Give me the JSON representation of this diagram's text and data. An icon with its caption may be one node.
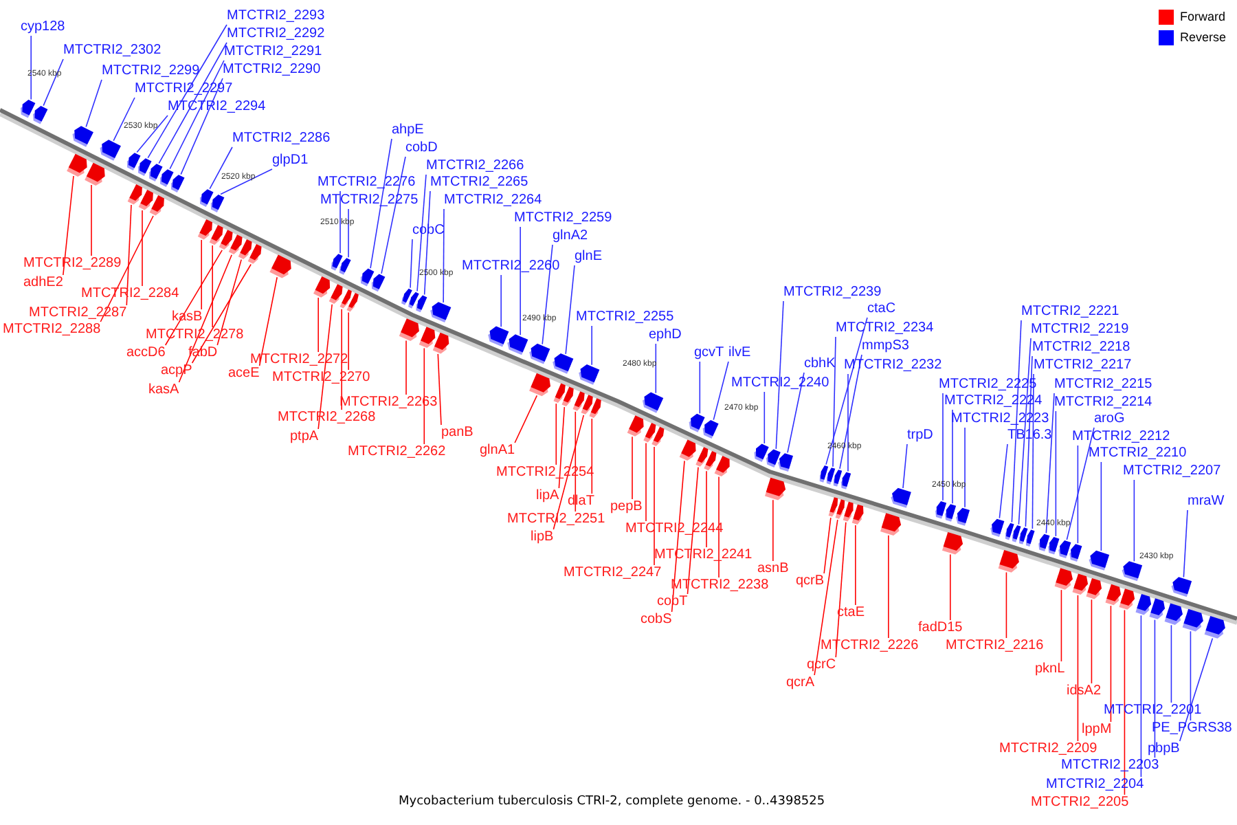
{
  "diagram": {
    "caption": "Mycobacterium tuberculosis CTRI-2, complete genome. - 0..4398525",
    "nodes": [
      {
        "text": [
          "cyp128"
        ]
      },
      {
        "text": [
          "MTCTRI2_2302"
        ]
      },
      {
        "text": [
          "MTCTRI2_2299"
        ]
      },
      {
        "text": [
          "MTCTRI2_2297"
        ]
      },
      {
        "text": [
          "MTCTRI2_2294"
        ]
      },
      {
        "text": [
          "MTCTRI2_2293"
        ]
      },
      {
        "text": [
          "MTCTRI2_2292"
        ]
      },
      {
        "text": [
          "MTCTRI2_2291"
        ]
      },
      {
        "text": [
          "MTCTRI2_2290"
        ]
      },
      {
        "text": [
          "MTCTRI2_2286"
        ]
      },
      {
        "text": [
          "glpD1"
        ]
      },
      {
        "text": [
          "ahpE"
        ]
      },
      {
        "text": [
          "cobD"
        ]
      },
      {
        "text": [
          "MTCTRI2_2276"
        ]
      },
      {
        "text": [
          "MTCTRI2_2275"
        ]
      },
      {
        "text": [
          "MTCTRI2_2266"
        ]
      },
      {
        "text": [
          "MTCTRI2_2265"
        ]
      },
      {
        "text": [
          "MTCTRI2_2264"
        ]
      },
      {
        "text": [
          "cobC"
        ]
      },
      {
        "text": [
          "MTCTRI2_2259"
        ]
      },
      {
        "text": [
          "glnA2"
        ]
      },
      {
        "text": [
          "glnE"
        ]
      },
      {
        "text": [
          "MTCTRI2_2260"
        ]
      },
      {
        "text": [
          "MTCTRI2_2255"
        ]
      },
      {
        "text": [
          "ephD"
        ]
      },
      {
        "text": [
          "gcvT"
        ]
      },
      {
        "text": [
          "ilvE"
        ]
      },
      {
        "text": [
          "MTCTRI2_2239"
        ]
      },
      {
        "text": [
          "ctaC"
        ]
      },
      {
        "text": [
          "MTCTRI2_2234"
        ]
      },
      {
        "text": [
          "mmpS3"
        ]
      },
      {
        "text": [
          "MTCTRI2_2232"
        ]
      },
      {
        "text": [
          "cbhK"
        ]
      },
      {
        "text": [
          "MTCTRI2_2240"
        ]
      },
      {
        "text": [
          "MTCTRI2_2221"
        ]
      },
      {
        "text": [
          "MTCTRI2_2219"
        ]
      },
      {
        "text": [
          "MTCTRI2_2218"
        ]
      },
      {
        "text": [
          "MTCTRI2_2217"
        ]
      },
      {
        "text": [
          "MTCTRI2_2225"
        ]
      },
      {
        "text": [
          "MTCTRI2_2215"
        ]
      },
      {
        "text": [
          "MTCTRI2_2224"
        ]
      },
      {
        "text": [
          "MTCTRI2_2214"
        ]
      },
      {
        "text": [
          "MTCTRI2_2223"
        ]
      },
      {
        "text": [
          "aroG"
        ]
      },
      {
        "text": [
          "trpD"
        ]
      },
      {
        "text": [
          "TB16.3"
        ]
      },
      {
        "text": [
          "MTCTRI2_2212"
        ]
      },
      {
        "text": [
          "MTCTRI2_2210"
        ]
      },
      {
        "text": [
          "MTCTRI2_2207"
        ]
      },
      {
        "text": [
          "mraW"
        ]
      },
      {
        "text": [
          "MTCTRI2_2289"
        ]
      },
      {
        "text": [
          "adhE2"
        ]
      },
      {
        "text": [
          "MTCTRI2_2284"
        ]
      },
      {
        "text": [
          "MTCTRI2_2287"
        ]
      },
      {
        "text": [
          "kasB"
        ]
      },
      {
        "text": [
          "MTCTRI2_2288"
        ]
      },
      {
        "text": [
          "MTCTRI2_2278"
        ]
      },
      {
        "text": [
          "accD6"
        ]
      },
      {
        "text": [
          "fabD"
        ]
      },
      {
        "text": [
          "MTCTRI2_2272"
        ]
      },
      {
        "text": [
          "acpP"
        ]
      },
      {
        "text": [
          "aceE"
        ]
      },
      {
        "text": [
          "MTCTRI2_2270"
        ]
      },
      {
        "text": [
          "kasA"
        ]
      },
      {
        "text": [
          "MTCTRI2_2263"
        ]
      },
      {
        "text": [
          "MTCTRI2_2268"
        ]
      },
      {
        "text": [
          "panB"
        ]
      },
      {
        "text": [
          "ptpA"
        ]
      },
      {
        "text": [
          "glnA1"
        ]
      },
      {
        "text": [
          "MTCTRI2_2262"
        ]
      },
      {
        "text": [
          "MTCTRI2_2254"
        ]
      },
      {
        "text": [
          "lipA"
        ]
      },
      {
        "text": [
          "dlaT"
        ]
      },
      {
        "text": [
          "pepB"
        ]
      },
      {
        "text": [
          "MTCTRI2_2251"
        ]
      },
      {
        "text": [
          "MTCTRI2_2244"
        ]
      },
      {
        "text": [
          "lipB"
        ]
      },
      {
        "text": [
          "MTCTRI2_2241"
        ]
      },
      {
        "text": [
          "asnB"
        ]
      },
      {
        "text": [
          "MTCTRI2_2247"
        ]
      },
      {
        "text": [
          "qcrB"
        ]
      },
      {
        "text": [
          "MTCTRI2_2238"
        ]
      },
      {
        "text": [
          "cobT"
        ]
      },
      {
        "text": [
          "ctaE"
        ]
      },
      {
        "text": [
          "cobS"
        ]
      },
      {
        "text": [
          "fadD15"
        ]
      },
      {
        "text": [
          "MTCTRI2_2226"
        ]
      },
      {
        "text": [
          "MTCTRI2_2216"
        ]
      },
      {
        "text": [
          "qcrC"
        ]
      },
      {
        "text": [
          "pknL"
        ]
      },
      {
        "text": [
          "qcrA"
        ]
      },
      {
        "text": [
          "idsA2"
        ]
      },
      {
        "text": [
          "lppM"
        ]
      },
      {
        "text": [
          "MTCTRI2_2209"
        ]
      },
      {
        "text": [
          "MTCTRI2_2205"
        ]
      },
      {
        "text": [
          "MTCTRI2_2201"
        ]
      },
      {
        "text": [
          "PE_PGRS38"
        ]
      },
      {
        "text": [
          "pbpB"
        ]
      },
      {
        "text": [
          "MTCTRI2_2203"
        ]
      },
      {
        "text": [
          "MTCTRI2_2204"
        ]
      },
      {
        "text": [],
        "shape": "pentagon"
      },
      {
        "text": [],
        "shape": "pentagon"
      },
      {
        "text": [],
        "shape": "pentagon"
      },
      {
        "text": [],
        "shape": "pentagon"
      },
      {
        "text": [],
        "shape": "pentagon"
      },
      {
        "text": [],
        "shape": "pentagon"
      },
      {
        "text": [],
        "shape": "pentagon"
      },
      {
        "text": [],
        "shape": "pentagon"
      },
      {
        "text": [],
        "shape": "pentagon"
      },
      {
        "text": [],
        "shape": "pentagon"
      },
      {
        "text": [],
        "shape": "pentagon"
      },
      {
        "text": [],
        "shape": "pentagon"
      },
      {
        "text": [],
        "shape": "pentagon"
      },
      {
        "text": [],
        "shape": "pentagon"
      },
      {
        "text": [],
        "shape": "pentagon"
      },
      {
        "text": [],
        "shape": "pentagon"
      },
      {
        "text": [],
        "shape": "pentagon"
      },
      {
        "text": [],
        "shape": "pentagon"
      },
      {
        "text": [],
        "shape": "pentagon"
      },
      {
        "text": [],
        "shape": "pentagon"
      },
      {
        "text": [],
        "shape": "pentagon"
      },
      {
        "text": [],
        "shape": "pentagon"
      },
      {
        "text": [],
        "shape": "pentagon"
      },
      {
        "text": [],
        "shape": "pentagon"
      },
      {
        "text": [],
        "shape": "pentagon"
      },
      {
        "text": [],
        "shape": "pentagon"
      },
      {
        "text": [],
        "shape": "pentagon"
      },
      {
        "text": [],
        "shape": "pentagon"
      },
      {
        "text": [],
        "shape": "pentagon"
      },
      {
        "text": [],
        "shape": "pentagon"
      },
      {
        "text": [],
        "shape": "pentagon"
      },
      {
        "text": [],
        "shape": "pentagon"
      },
      {
        "text": [],
        "shape": "pentagon"
      },
      {
        "text": [],
        "shape": "pentagon"
      },
      {
        "text": [],
        "shape": "pentagon"
      },
      {
        "text": [],
        "shape": "pentagon"
      },
      {
        "text": [],
        "shape": "pentagon"
      },
      {
        "text": [],
        "shape": "pentagon"
      },
      {
        "text": [],
        "shape": "pentagon"
      },
      {
        "text": [],
        "shape": "pentagon"
      },
      {
        "text": [],
        "shape": "pentagon"
      },
      {
        "text": [],
        "shape": "pentagon"
      },
      {
        "text": [],
        "shape": "pentagon"
      },
      {
        "text": [],
        "shape": "pentagon"
      },
      {
        "text": [],
        "shape": "pentagon"
      },
      {
        "text": [],
        "shape": "pentagon"
      },
      {
        "text": [],
        "shape": "pentagon"
      },
      {
        "text": [],
        "shape": "pentagon"
      },
      {
        "text": [],
        "shape": "pentagon"
      },
      {
        "text": [],
        "shape": "pentagon"
      },
      {
        "text": [],
        "shape": "pentagon"
      },
      {
        "text": [],
        "shape": "pentagon"
      },
      {
        "text": [],
        "shape": "pentagon"
      },
      {
        "text": [],
        "shape": "pentagon"
      },
      {
        "text": [],
        "shape": "pentagon"
      },
      {
        "text": [],
        "shape": "pentagon"
      },
      {
        "text": [],
        "shape": "pentagon"
      },
      {
        "text": [],
        "shape": "pentagon"
      },
      {
        "text": [],
        "shape": "pentagon"
      },
      {
        "text": [],
        "shape": "pentagon"
      },
      {
        "text": [],
        "shape": "pentagon"
      },
      {
        "text": [],
        "shape": "pentagon"
      },
      {
        "text": [],
        "shape": "pentagon"
      },
      {
        "text": [],
        "shape": "pentagon"
      },
      {
        "text": [],
        "shape": "pentagon"
      },
      {
        "text": [],
        "shape": "pentagon"
      },
      {
        "text": [],
        "shape": "pentagon"
      },
      {
        "text": [],
        "shape": "pentagon"
      },
      {
        "text": [],
        "shape": "pentagon"
      },
      {
        "text": [],
        "shape": "pentagon"
      },
      {
        "text": [],
        "shape": "pentagon"
      },
      {
        "text": [],
        "shape": "pentagon"
      },
      {
        "text": [],
        "shape": "pentagon"
      },
      {
        "text": [],
        "shape": "pentagon"
      },
      {
        "text": [],
        "shape": "pentagon"
      },
      {
        "text": [],
        "shape": "pentagon"
      },
      {
        "text": [],
        "shape": "pentagon"
      },
      {
        "text": [],
        "shape": "pentagon"
      },
      {
        "text": [],
        "shape": "pentagon"
      },
      {
        "text": [],
        "shape": "pentagon"
      },
      {
        "text": [],
        "shape": "pentagon"
      },
      {
        "text": [],
        "shape": "pentagon"
      },
      {
        "text": [],
        "shape": "pentagon"
      },
      {
        "text": [],
        "shape": "pentagon"
      },
      {
        "text": [],
        "shape": "pentagon"
      },
      {
        "text": [],
        "shape": "pentagon"
      },
      {
        "text": [],
        "shape": "pentagon"
      },
      {
        "text": [],
        "shape": "pentagon"
      },
      {
        "text": [],
        "shape": "pentagon"
      },
      {
        "text": [],
        "shape": "pentagon"
      },
      {
        "text": [],
        "shape": "pentagon"
      },
      {
        "text": [],
        "shape": "pentagon"
      },
      {
        "text": [],
        "shape": "pentagon"
      },
      {
        "text": [],
        "shape": "pentagon"
      },
      {
        "text": [],
        "shape": "pentagon"
      },
      {
        "text": [],
        "shape": "pentagon"
      },
      {
        "text": [],
        "shape": "pentagon"
      },
      {
        "text": [],
        "shape": "pentagon"
      },
      {
        "text": [],
        "shape": "pentagon"
      },
      {
        "text": [],
        "shape": "pentagon"
      }
    ],
    "edges": [
      {
        "from": 0,
        "to": 100,
        "arrow": "none"
      },
      {
        "from": 1,
        "to": 101,
        "arrow": "none"
      },
      {
        "from": 2,
        "to": 102,
        "arrow": "none"
      },
      {
        "from": 3,
        "to": 104,
        "arrow": "none"
      },
      {
        "from": 4,
        "to": 106,
        "arrow": "none"
      },
      {
        "from": 5,
        "to": 107,
        "arrow": "none"
      },
      {
        "from": 6,
        "to": 109,
        "arrow": "none"
      },
      {
        "from": 7,
        "to": 111,
        "arrow": "none"
      },
      {
        "from": 8,
        "to": 113,
        "arrow": "none"
      },
      {
        "from": 9,
        "to": 114,
        "arrow": "none"
      },
      {
        "from": 10,
        "to": 115,
        "arrow": "none"
      },
      {
        "from": 11,
        "to": 128,
        "arrow": "none"
      },
      {
        "from": 12,
        "to": 130,
        "arrow": "none"
      },
      {
        "from": 13,
        "to": 123,
        "arrow": "none"
      },
      {
        "from": 14,
        "to": 125,
        "arrow": "none"
      },
      {
        "from": 15,
        "to": 132,
        "arrow": "none"
      },
      {
        "from": 16,
        "to": 133,
        "arrow": "none"
      },
      {
        "from": 17,
        "to": 135,
        "arrow": "none"
      },
      {
        "from": 18,
        "to": 131,
        "arrow": "none"
      },
      {
        "from": 19,
        "to": 139,
        "arrow": "none"
      },
      {
        "from": 20,
        "to": 140,
        "arrow": "none"
      },
      {
        "from": 21,
        "to": 142,
        "arrow": "none"
      },
      {
        "from": 22,
        "to": 138,
        "arrow": "none"
      },
      {
        "from": 23,
        "to": 145,
        "arrow": "none"
      },
      {
        "from": 24,
        "to": 150,
        "arrow": "none"
      },
      {
        "from": 25,
        "to": 153,
        "arrow": "none"
      },
      {
        "from": 26,
        "to": 155,
        "arrow": "none"
      },
      {
        "from": 27,
        "to": 160,
        "arrow": "none"
      },
      {
        "from": 28,
        "to": 163,
        "arrow": "none"
      },
      {
        "from": 29,
        "to": 164,
        "arrow": "none"
      },
      {
        "from": 30,
        "to": 165,
        "arrow": "none"
      },
      {
        "from": 31,
        "to": 167,
        "arrow": "none"
      },
      {
        "from": 32,
        "to": 161,
        "arrow": "none"
      },
      {
        "from": 33,
        "to": 159,
        "arrow": "none"
      },
      {
        "from": 34,
        "to": 178,
        "arrow": "none"
      },
      {
        "from": 35,
        "to": 179,
        "arrow": "none"
      },
      {
        "from": 36,
        "to": 181,
        "arrow": "none"
      },
      {
        "from": 37,
        "to": 182,
        "arrow": "none"
      },
      {
        "from": 38,
        "to": 173,
        "arrow": "none"
      },
      {
        "from": 39,
        "to": 183,
        "arrow": "none"
      },
      {
        "from": 40,
        "to": 174,
        "arrow": "none"
      },
      {
        "from": 41,
        "to": 184,
        "arrow": "none"
      },
      {
        "from": 42,
        "to": 175,
        "arrow": "none"
      },
      {
        "from": 43,
        "to": 185,
        "arrow": "none"
      },
      {
        "from": 44,
        "to": 171,
        "arrow": "none"
      },
      {
        "from": 45,
        "to": 177,
        "arrow": "none"
      },
      {
        "from": 46,
        "to": 187,
        "arrow": "none"
      },
      {
        "from": 47,
        "to": 189,
        "arrow": "none"
      },
      {
        "from": 48,
        "to": 192,
        "arrow": "none"
      },
      {
        "from": 49,
        "to": 196,
        "arrow": "none"
      },
      {
        "from": 50,
        "to": 105,
        "arrow": "none",
        "color": "#ff0000"
      },
      {
        "from": 51,
        "to": 103,
        "arrow": "none",
        "color": "#ff0000"
      },
      {
        "from": 52,
        "to": 110,
        "arrow": "none",
        "color": "#ff0000"
      },
      {
        "from": 53,
        "to": 108,
        "arrow": "none",
        "color": "#ff0000"
      },
      {
        "from": 54,
        "to": 116,
        "arrow": "none",
        "color": "#ff0000"
      },
      {
        "from": 55,
        "to": 112,
        "arrow": "none",
        "color": "#ff0000"
      },
      {
        "from": 56,
        "to": 117,
        "arrow": "none",
        "color": "#ff0000"
      },
      {
        "from": 57,
        "to": 118,
        "arrow": "none",
        "color": "#ff0000"
      },
      {
        "from": 58,
        "to": 120,
        "arrow": "none",
        "color": "#ff0000"
      },
      {
        "from": 59,
        "to": 124,
        "arrow": "none",
        "color": "#ff0000"
      },
      {
        "from": 60,
        "to": 121,
        "arrow": "none",
        "color": "#ff0000"
      },
      {
        "from": 61,
        "to": 122,
        "arrow": "none",
        "color": "#ff0000"
      },
      {
        "from": 62,
        "to": 129,
        "arrow": "none",
        "color": "#ff0000"
      },
      {
        "from": 63,
        "to": 119,
        "arrow": "none",
        "color": "#ff0000"
      },
      {
        "from": 64,
        "to": 134,
        "arrow": "none",
        "color": "#ff0000"
      },
      {
        "from": 65,
        "to": 127,
        "arrow": "none",
        "color": "#ff0000"
      },
      {
        "from": 66,
        "to": 137,
        "arrow": "none",
        "color": "#ff0000"
      },
      {
        "from": 67,
        "to": 126,
        "arrow": "none",
        "color": "#ff0000"
      },
      {
        "from": 68,
        "to": 141,
        "arrow": "none",
        "color": "#ff0000"
      },
      {
        "from": 69,
        "to": 136,
        "arrow": "none",
        "color": "#ff0000"
      },
      {
        "from": 70,
        "to": 143,
        "arrow": "none",
        "color": "#ff0000"
      },
      {
        "from": 71,
        "to": 144,
        "arrow": "none",
        "color": "#ff0000"
      },
      {
        "from": 72,
        "to": 148,
        "arrow": "none",
        "color": "#ff0000"
      },
      {
        "from": 73,
        "to": 149,
        "arrow": "none",
        "color": "#ff0000"
      },
      {
        "from": 74,
        "to": 146,
        "arrow": "none",
        "color": "#ff0000"
      },
      {
        "from": 75,
        "to": 151,
        "arrow": "none",
        "color": "#ff0000"
      },
      {
        "from": 76,
        "to": 147,
        "arrow": "none",
        "color": "#ff0000"
      },
      {
        "from": 77,
        "to": 157,
        "arrow": "none",
        "color": "#ff0000"
      },
      {
        "from": 78,
        "to": 162,
        "arrow": "none",
        "color": "#ff0000"
      },
      {
        "from": 79,
        "to": 152,
        "arrow": "none",
        "color": "#ff0000"
      },
      {
        "from": 80,
        "to": 166,
        "arrow": "none",
        "color": "#ff0000"
      },
      {
        "from": 81,
        "to": 158,
        "arrow": "none",
        "color": "#ff0000"
      },
      {
        "from": 82,
        "to": 156,
        "arrow": "none",
        "color": "#ff0000"
      },
      {
        "from": 83,
        "to": 170,
        "arrow": "none",
        "color": "#ff0000"
      },
      {
        "from": 84,
        "to": 154,
        "arrow": "none",
        "color": "#ff0000"
      },
      {
        "from": 85,
        "to": 176,
        "arrow": "none",
        "color": "#ff0000"
      },
      {
        "from": 86,
        "to": 172,
        "arrow": "none",
        "color": "#ff0000"
      },
      {
        "from": 87,
        "to": 180,
        "arrow": "none",
        "color": "#ff0000"
      },
      {
        "from": 88,
        "to": 169,
        "arrow": "none",
        "color": "#ff0000"
      },
      {
        "from": 89,
        "to": 186,
        "arrow": "none",
        "color": "#ff0000"
      },
      {
        "from": 90,
        "to": 168,
        "arrow": "none",
        "color": "#ff0000"
      },
      {
        "from": 91,
        "to": 190,
        "arrow": "none",
        "color": "#ff0000"
      },
      {
        "from": 92,
        "to": 191,
        "arrow": "none",
        "color": "#ff0000"
      },
      {
        "from": 93,
        "to": 188,
        "arrow": "none",
        "color": "#ff0000"
      },
      {
        "from": 94,
        "to": 193,
        "arrow": "none",
        "color": "#ff0000"
      },
      {
        "from": 95,
        "to": 197,
        "arrow": "none"
      },
      {
        "from": 96,
        "to": 198,
        "arrow": "none"
      },
      {
        "from": 97,
        "to": 199,
        "arrow": "none"
      },
      {
        "from": 98,
        "to": 195,
        "arrow": "none"
      },
      {
        "from": 99,
        "to": 194,
        "arrow": "none"
      }
    ],
    "labels": [
      "2540 kbp",
      "2530 kbp",
      "2520 kbp",
      "2510 kbp",
      "2500 kbp",
      "2490 kbp",
      "2480 kbp",
      "2470 kbp",
      "2460 kbp",
      "2450 kbp",
      "2440 kbp",
      "2430 kbp"
    ],
    "legend": [
      {
        "text": "Forward",
        "color": "#ff0000"
      },
      {
        "text": "Reverse",
        "color": "#0000ff"
      }
    ]
  }
}
